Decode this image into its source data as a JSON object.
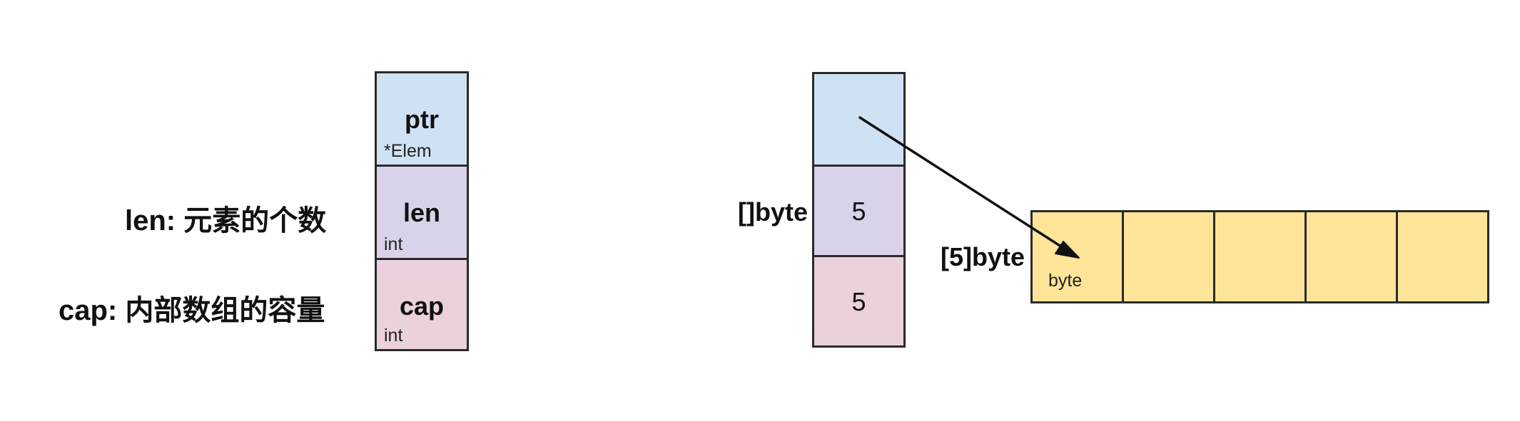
{
  "colors": {
    "ptr": "#cfe2f3",
    "len": "#d9d2e9",
    "cap": "#ead1dc",
    "array": "#ffe599",
    "border": "#2a2a2a"
  },
  "left_struct": {
    "len_annotation": "len: 元素的个数",
    "cap_annotation": "cap: 内部数组的容量",
    "ptr": {
      "name": "ptr",
      "type": "*Elem"
    },
    "len": {
      "name": "len",
      "type": "int"
    },
    "cap": {
      "name": "cap",
      "type": "int"
    }
  },
  "right_slice": {
    "label": "[]byte",
    "len_value": "5",
    "cap_value": "5"
  },
  "backing_array": {
    "label": "[5]byte",
    "element_type": "byte",
    "cell_count": 5
  }
}
